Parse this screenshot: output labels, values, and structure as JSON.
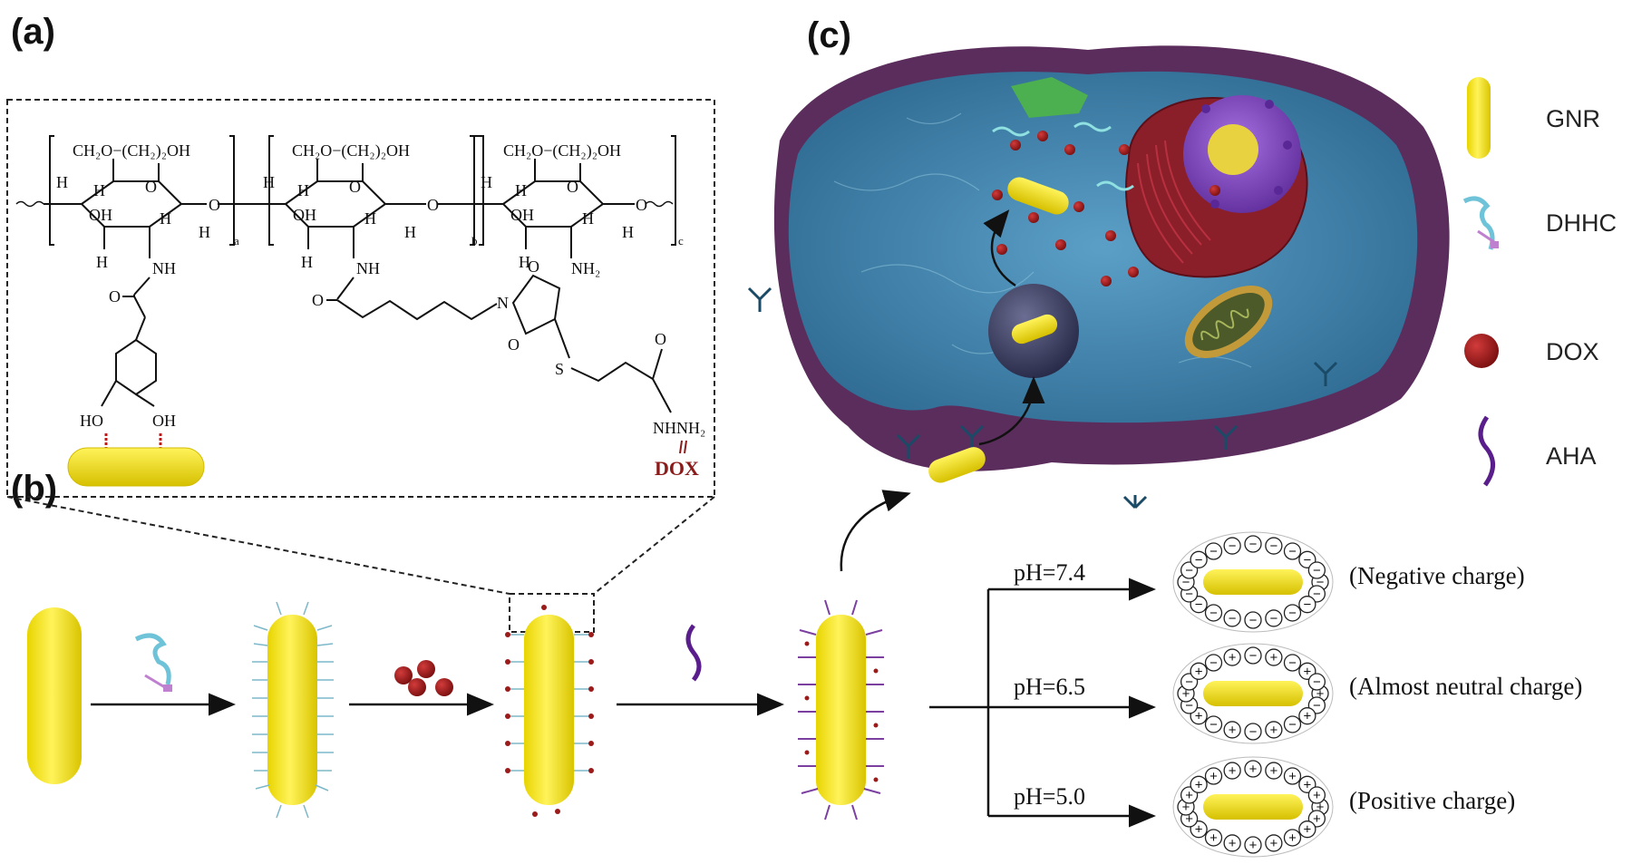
{
  "panels": {
    "a": "(a)",
    "b": "(b)",
    "c": "(c)"
  },
  "chemistry": {
    "ch2o_unit_1": "CH₂O−(CH₂)₂OH",
    "ch2o_unit_2": "CH₂O−(CH₂)₂OH",
    "ch2o_unit_3": "CH₂O−(CH₂)₂OH",
    "oh": "OH",
    "o": "O",
    "h": "H",
    "nh": "NH",
    "nh2": "NH₂",
    "n": "N",
    "s": "S",
    "ho_left": "HO",
    "oh_right": "OH",
    "nhnh2": "NHNH₂",
    "sub_a": "a",
    "sub_b": "b",
    "sub_c": "c",
    "dox": "DOX"
  },
  "legend": {
    "items": [
      {
        "label": "GNR",
        "icon": "gold-nanorod-icon",
        "color": "#f2e20a"
      },
      {
        "label": "DHHC",
        "icon": "dhhc-polymer-icon",
        "color": "#6fc3d8"
      },
      {
        "label": "DOX",
        "icon": "dox-sphere-icon",
        "color": "#9b1b1b"
      },
      {
        "label": "AHA",
        "icon": "aha-strand-icon",
        "color": "#5a1e8c"
      }
    ]
  },
  "ph_branches": [
    {
      "ph": "pH=7.4",
      "charge": "(Negative charge)",
      "surface": "negative"
    },
    {
      "ph": "pH=6.5",
      "charge": "(Almost neutral charge)",
      "surface": "mixed"
    },
    {
      "ph": "pH=5.0",
      "charge": "(Positive charge)",
      "surface": "positive"
    }
  ],
  "colors": {
    "gold": "#f2e20a",
    "dhhc": "#6fc3d8",
    "dox": "#9b1b1b",
    "aha": "#5a1e8c",
    "cell_membrane": "#5b2d5c",
    "cytoplasm": "#3f7fa8",
    "nucleus": "#7d3fb8",
    "er": "#8a1f2a"
  }
}
